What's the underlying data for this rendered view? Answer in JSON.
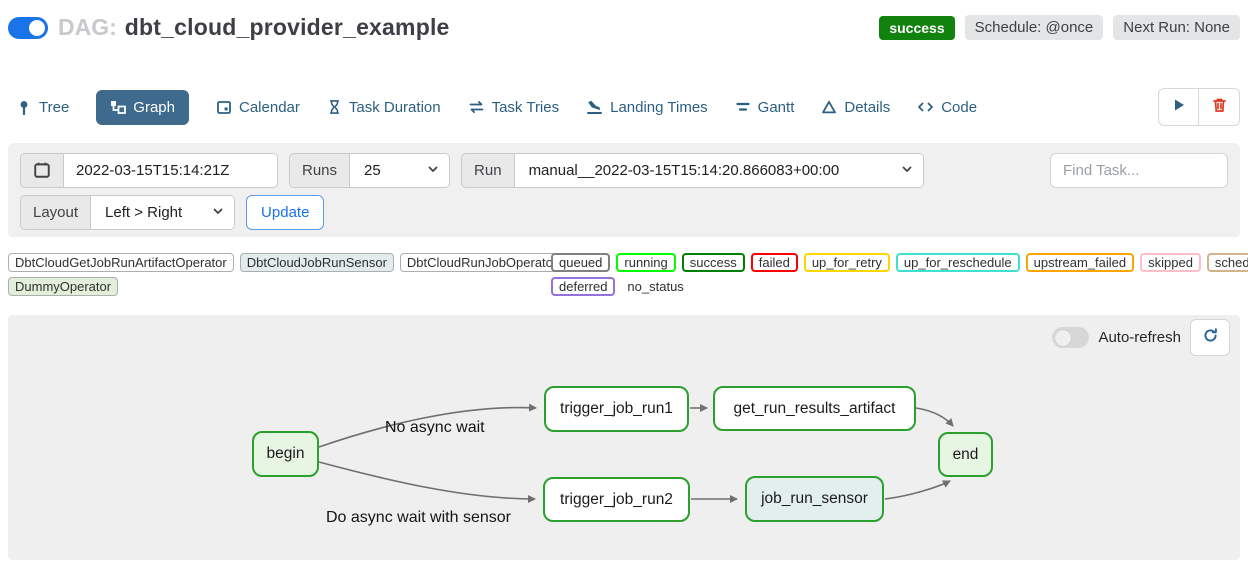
{
  "header": {
    "dag_prefix": "DAG:",
    "dag_name": "dbt_cloud_provider_example",
    "status_badge": "success",
    "schedule_badge": "Schedule: @once",
    "next_run_badge": "Next Run: None",
    "colors": {
      "success_green": "#12820f",
      "toggle_on_blue": "#1a73e8"
    }
  },
  "tabs": {
    "items": [
      {
        "label": "Tree"
      },
      {
        "label": "Graph",
        "active": true
      },
      {
        "label": "Calendar"
      },
      {
        "label": "Task Duration"
      },
      {
        "label": "Task Tries"
      },
      {
        "label": "Landing Times"
      },
      {
        "label": "Gantt"
      },
      {
        "label": "Details"
      },
      {
        "label": "Code"
      }
    ],
    "active_bg": "#3d6a8d"
  },
  "filter_bar": {
    "date_value": "2022-03-15T15:14:21Z",
    "runs_label": "Runs",
    "runs_value": "25",
    "run_label": "Run",
    "run_value": "manual__2022-03-15T15:14:20.866083+00:00",
    "find_task_placeholder": "Find Task...",
    "layout_label": "Layout",
    "layout_value": "Left > Right",
    "update_label": "Update"
  },
  "legend": {
    "operators": [
      {
        "label": "DbtCloudGetJobRunArtifactOperator",
        "bg": "#ffffff"
      },
      {
        "label": "DbtCloudJobRunSensor",
        "bg": "#e2ecec"
      },
      {
        "label": "DbtCloudRunJobOperator",
        "bg": "#ffffff"
      },
      {
        "label": "DummyOperator",
        "bg": "#e1efdb"
      }
    ],
    "statuses": [
      {
        "label": "queued",
        "color": "#808080"
      },
      {
        "label": "running",
        "color": "#00ff00"
      },
      {
        "label": "success",
        "color": "#008000"
      },
      {
        "label": "failed",
        "color": "#ff0000"
      },
      {
        "label": "up_for_retry",
        "color": "#ffd700"
      },
      {
        "label": "up_for_reschedule",
        "color": "#40e0d0"
      },
      {
        "label": "upstream_failed",
        "color": "#ffa500"
      },
      {
        "label": "skipped",
        "color": "#ffbdc9"
      },
      {
        "label": "scheduled",
        "color": "#d2b48c"
      },
      {
        "label": "deferred",
        "color": "#9370db"
      },
      {
        "label": "no_status",
        "color": ""
      }
    ]
  },
  "graph_panel": {
    "auto_refresh_label": "Auto-refresh",
    "node_border_color": "#2ca02c",
    "edge_color": "#6f6f6f",
    "nodes": [
      {
        "label": "begin",
        "fill": "#e7f5e3"
      },
      {
        "label": "trigger_job_run1",
        "fill": "#ffffff"
      },
      {
        "label": "get_run_results_artifact",
        "fill": "#ffffff"
      },
      {
        "label": "trigger_job_run2",
        "fill": "#ffffff"
      },
      {
        "label": "job_run_sensor",
        "fill": "#e3efee"
      },
      {
        "label": "end",
        "fill": "#e7f5e3"
      }
    ],
    "edge_labels": [
      {
        "text": "No async wait"
      },
      {
        "text": "Do async wait with sensor"
      }
    ]
  }
}
